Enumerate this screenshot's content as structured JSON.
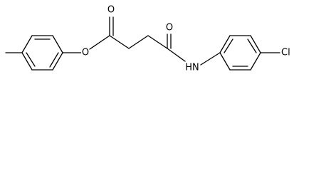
{
  "structure": {
    "atom_labels": {
      "ester_oxygen": "O",
      "carbonyl_oxygen_ester": "O",
      "carbonyl_oxygen_amide": "O",
      "amide_nitrogen": "HN",
      "chlorine": "Cl"
    }
  }
}
